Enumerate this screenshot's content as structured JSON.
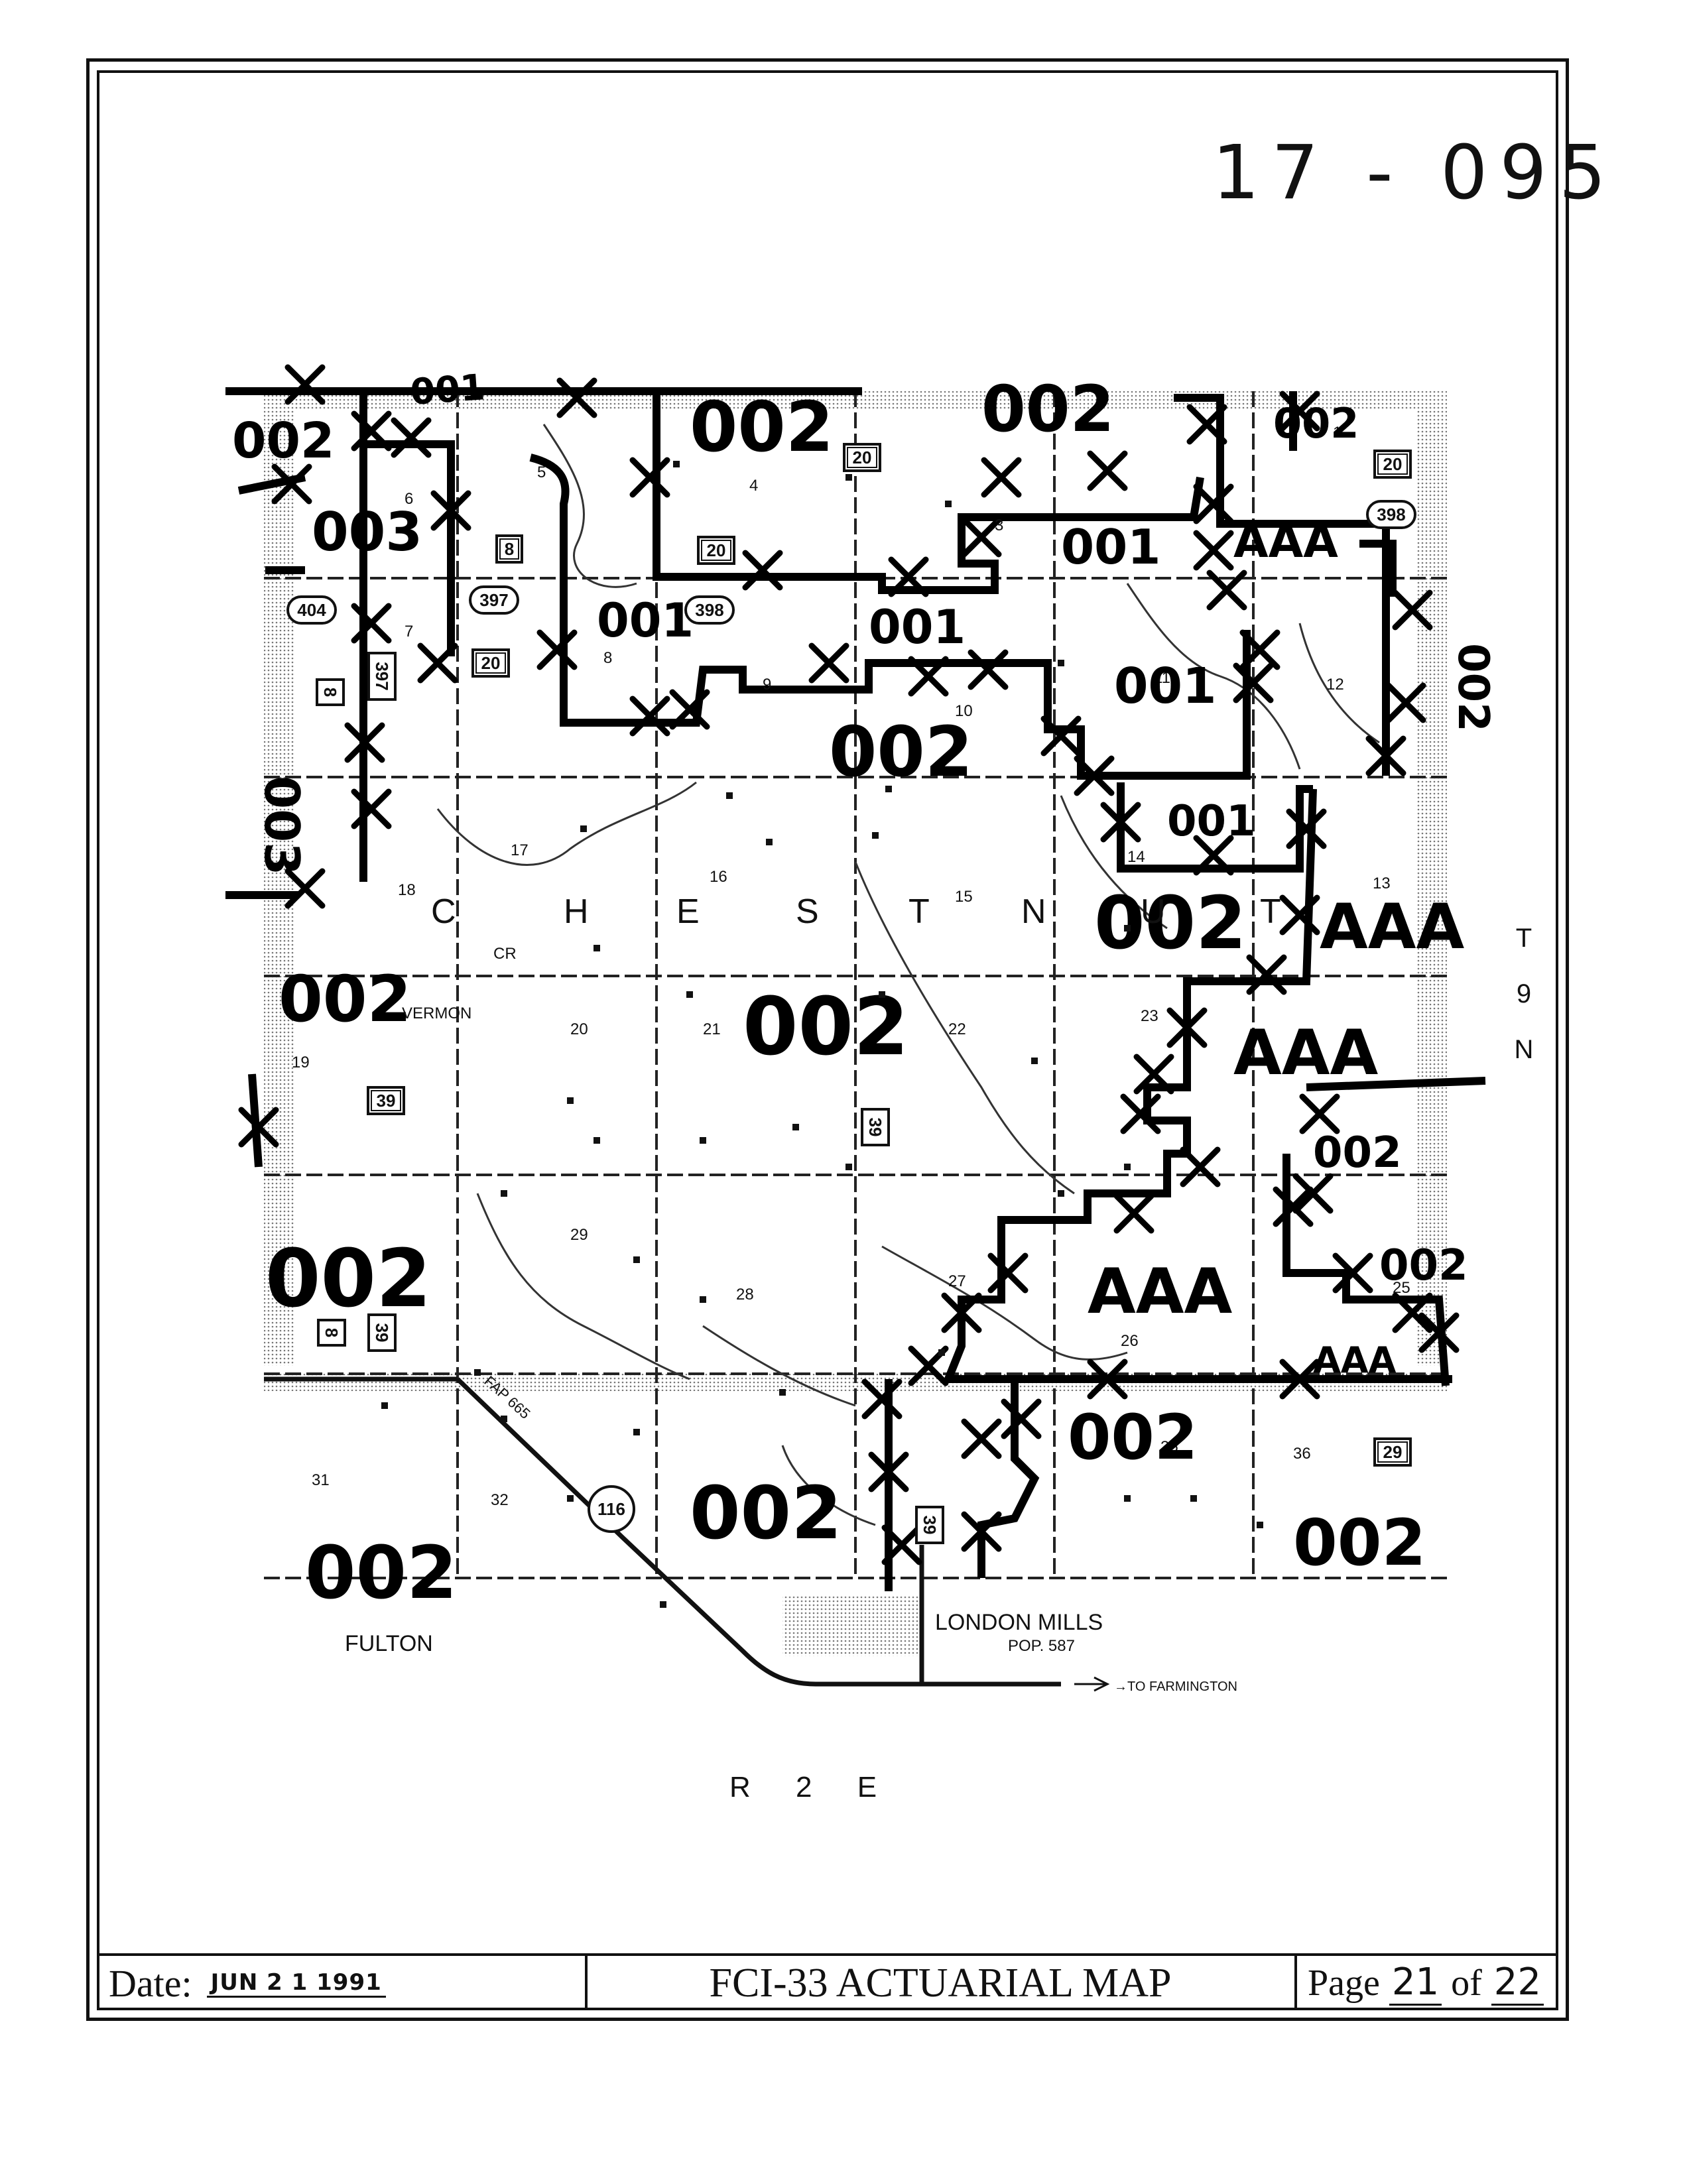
{
  "map_number": "17 - 095",
  "footer": {
    "date_label": "Date:",
    "date_value": "JUN 2 1 1991",
    "title": "FCI-33 ACTUARIAL MAP",
    "page_label": "Page",
    "page_current": "21",
    "page_of": "of",
    "page_total": "22"
  },
  "map": {
    "township_letters": [
      "C",
      "H",
      "E",
      "S",
      "T",
      "N",
      "U",
      "T"
    ],
    "range_label": "R 2 E",
    "township_label_vertical": [
      "T",
      "9",
      "N"
    ],
    "places": {
      "fulton": "FULTON",
      "london_mills": "LONDON MILLS",
      "london_mills_pop": "POP. 587",
      "to_farmington": "→TO FARMINGTON",
      "vermont": "VERMON",
      "fap": "FAP 665",
      "cr": "CR"
    },
    "sections": [
      {
        "label": "1"
      },
      {
        "label": "3"
      },
      {
        "label": "4"
      },
      {
        "label": "5"
      },
      {
        "label": "6"
      },
      {
        "label": "7"
      },
      {
        "label": "8"
      },
      {
        "label": "9"
      },
      {
        "label": "10"
      },
      {
        "label": "11"
      },
      {
        "label": "12"
      },
      {
        "label": "13"
      },
      {
        "label": "14"
      },
      {
        "label": "15"
      },
      {
        "label": "16"
      },
      {
        "label": "17"
      },
      {
        "label": "18"
      },
      {
        "label": "19"
      },
      {
        "label": "20"
      },
      {
        "label": "21"
      },
      {
        "label": "22"
      },
      {
        "label": "23"
      },
      {
        "label": "25"
      },
      {
        "label": "26"
      },
      {
        "label": "27"
      },
      {
        "label": "28"
      },
      {
        "label": "29"
      },
      {
        "label": "31"
      },
      {
        "label": "32"
      },
      {
        "label": "35"
      },
      {
        "label": "36"
      }
    ],
    "route_shields": [
      {
        "label": "20"
      },
      {
        "label": "20"
      },
      {
        "label": "20"
      },
      {
        "label": "20"
      },
      {
        "label": "8"
      },
      {
        "label": "8"
      },
      {
        "label": "8"
      },
      {
        "label": "404"
      },
      {
        "label": "397"
      },
      {
        "label": "397"
      },
      {
        "label": "398"
      },
      {
        "label": "398"
      },
      {
        "label": "39"
      },
      {
        "label": "39"
      },
      {
        "label": "39"
      },
      {
        "label": "39"
      },
      {
        "label": "29"
      },
      {
        "label": "116"
      }
    ],
    "zone_labels": [
      {
        "label": "002"
      },
      {
        "label": "001"
      },
      {
        "label": "002"
      },
      {
        "label": "002"
      },
      {
        "label": "002"
      },
      {
        "label": "003"
      },
      {
        "label": "001"
      },
      {
        "label": "AAA"
      },
      {
        "label": "001"
      },
      {
        "label": "001"
      },
      {
        "label": "002"
      },
      {
        "label": "002"
      },
      {
        "label": "001"
      },
      {
        "label": "001"
      },
      {
        "label": "003"
      },
      {
        "label": "002"
      },
      {
        "label": "002"
      },
      {
        "label": "AAA"
      },
      {
        "label": "002"
      },
      {
        "label": "AAA"
      },
      {
        "label": "002"
      },
      {
        "label": "002"
      },
      {
        "label": "AAA"
      },
      {
        "label": "002"
      },
      {
        "label": "AAA"
      },
      {
        "label": "002"
      },
      {
        "label": "002"
      },
      {
        "label": "002"
      },
      {
        "label": "002"
      }
    ]
  }
}
